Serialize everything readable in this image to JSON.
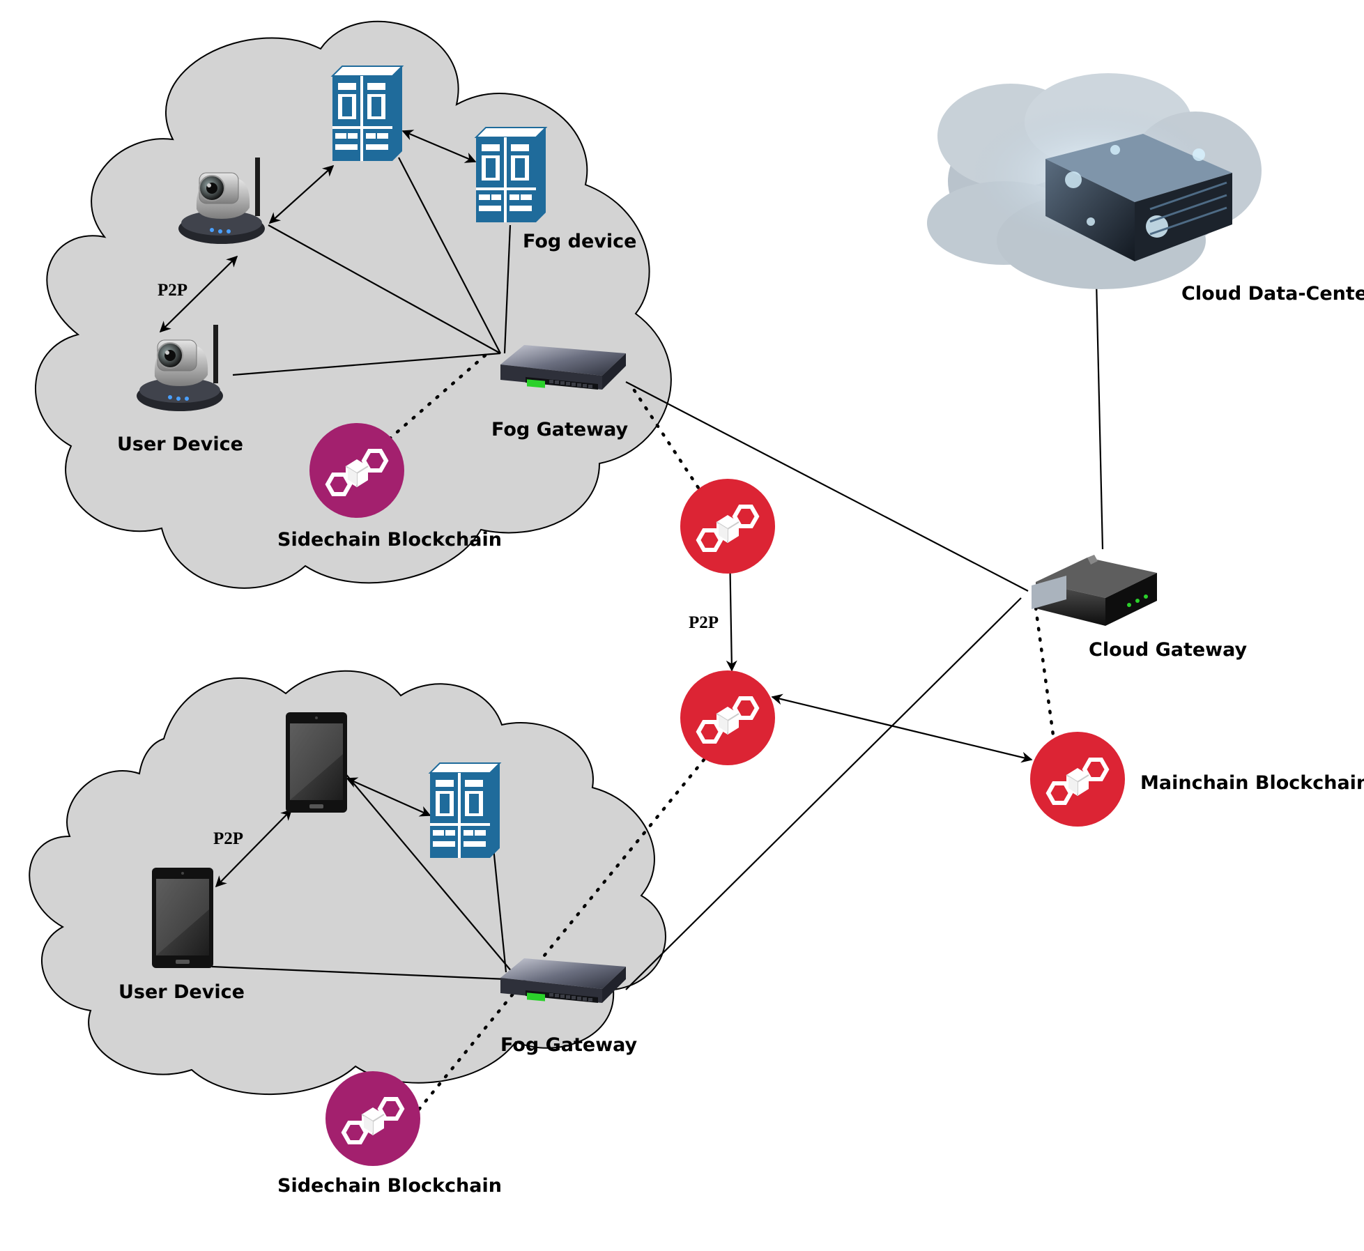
{
  "labels": {
    "fog_device": "Fog device",
    "fog_gateway_top": "Fog Gateway",
    "fog_gateway_bottom": "Fog Gateway",
    "user_device_top": "User Device",
    "user_device_bottom": "User Device",
    "sidechain_top": "Sidechain Blockchain",
    "sidechain_bottom": "Sidechain Blockchain",
    "cloud_datacenter": "Cloud Data-Center",
    "cloud_gateway": "Cloud Gateway",
    "mainchain": "Mainchain Blockchain",
    "p2p_top": "P2P",
    "p2p_middle": "P2P",
    "p2p_bottom": "P2P"
  },
  "colors": {
    "cloud_fill": "#d3d3d3",
    "server_blue": "#1f6b9b",
    "sidechain_purple": "#a3206e",
    "mainchain_red": "#dc2434",
    "line": "#000000"
  },
  "icons": [
    "camera-icon",
    "server-icon",
    "switch-icon",
    "router-icon",
    "tablet-icon",
    "blockchain-icon",
    "datacenter-icon"
  ]
}
